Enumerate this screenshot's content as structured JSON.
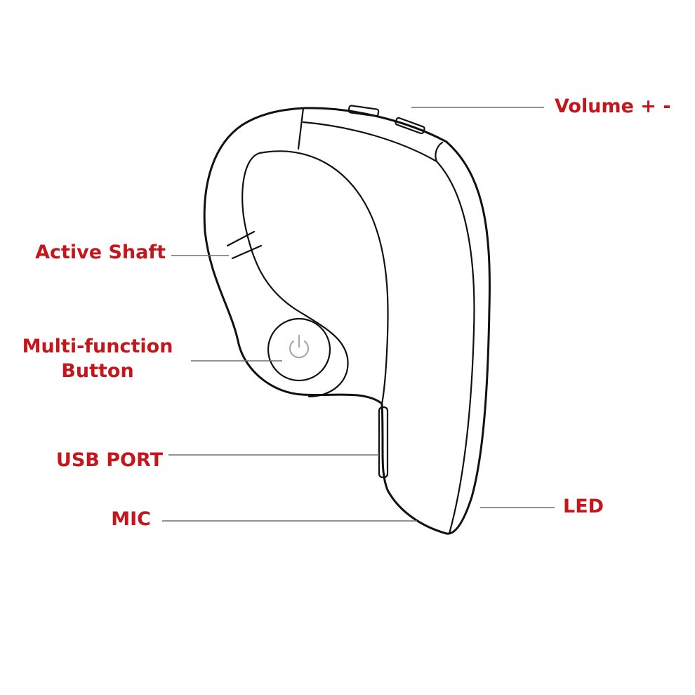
{
  "label_color": "#c3171d",
  "labels": {
    "volume": "Volume + -",
    "active_shaft": "Active Shaft",
    "multi_function_line1": "Multi-function",
    "multi_function_line2": "Button",
    "usb_port": "USB PORT",
    "mic": "MIC",
    "led": "LED"
  }
}
